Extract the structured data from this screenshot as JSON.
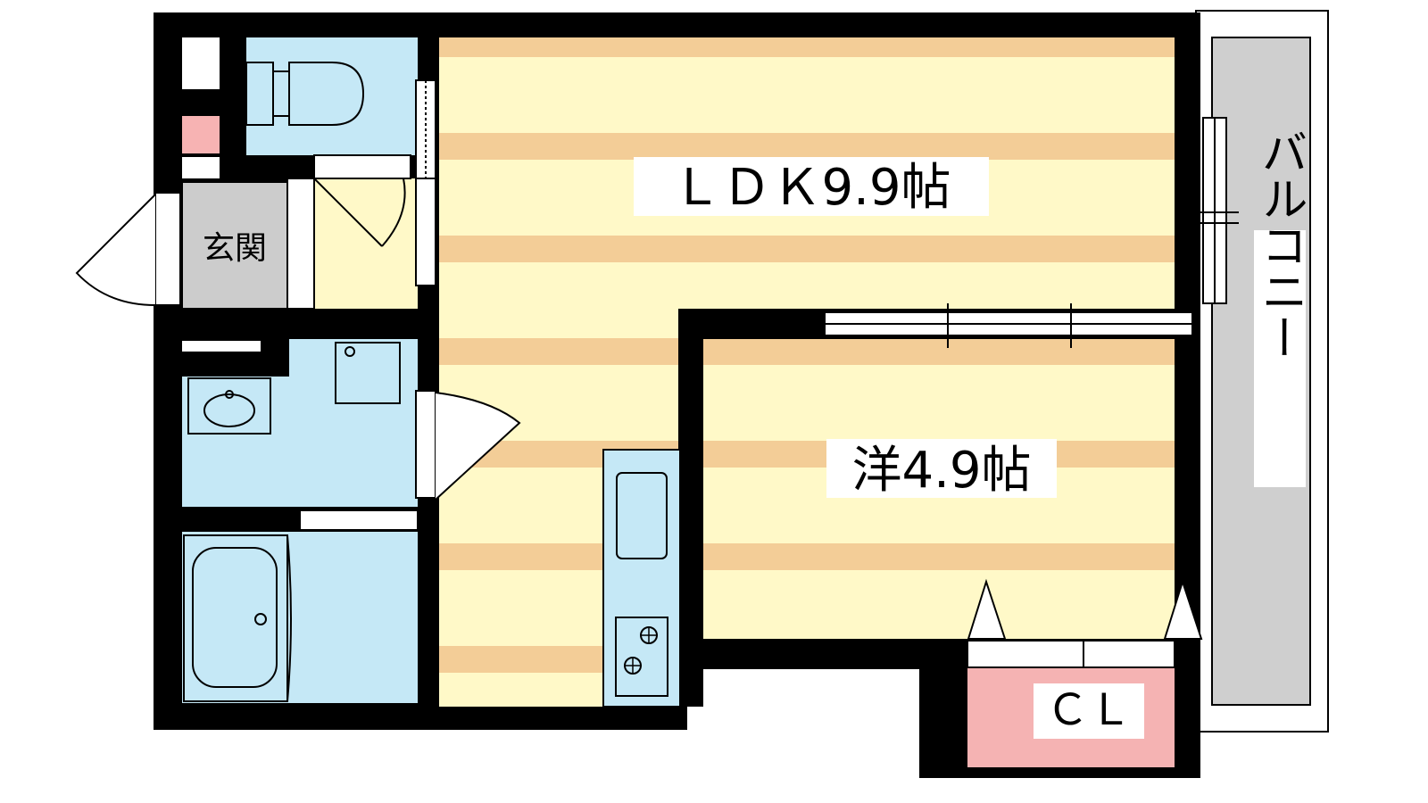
{
  "rooms": {
    "ldk": "ＬＤＫ9.9帖",
    "western": "洋4.9帖",
    "closet": "ＣＬ",
    "entrance": "玄関",
    "balcony": "バルコニー"
  },
  "colors": {
    "wall": "#000000",
    "floor_light": "#fff9c8",
    "floor_stripe": "#f3cd97",
    "wet_area": "#c5e8f6",
    "entrance_floor": "#cccccc",
    "closet_floor": "#f5b3b3",
    "balcony_floor": "#cfcfcf",
    "marker_pink": "#f7b3b3"
  },
  "icons": [
    "toilet-icon",
    "washbasin-icon",
    "bathtub-icon",
    "sink-icon",
    "stove-icon",
    "door-swing-icon",
    "sliding-door-icon"
  ]
}
